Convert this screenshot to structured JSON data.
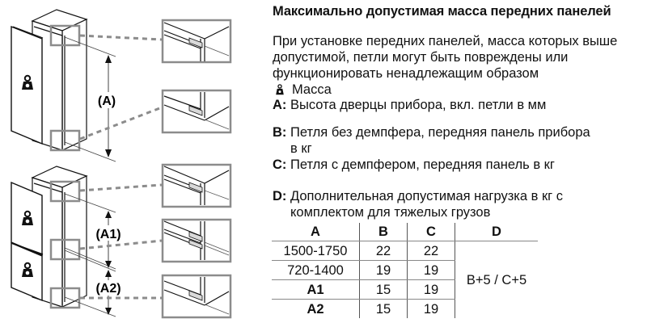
{
  "title": "Максимально допустимая масса передних панелей",
  "intro": "При установке передних панелей, масса которых выше допустимой, петли могут быть повреждены или функционировать ненадлежащим образом",
  "legend": {
    "weight_icon": "weight-icon",
    "weight_label": "Масса",
    "items": [
      {
        "key": "A:",
        "text": "Высота дверцы прибора, вкл. петли в мм"
      },
      {
        "key": "B:",
        "text": "Петля без демпфера, передняя панель прибора",
        "cont": "в кг"
      },
      {
        "key": "C:",
        "text": "Петля с демпфером, передняя панель в кг"
      },
      {
        "key": "D:",
        "text": "Дополнительная допустимая нагрузка в кг с",
        "cont": "комплектом для тяжелых грузов"
      }
    ]
  },
  "table": {
    "headers": [
      "A",
      "B",
      "C",
      "D"
    ],
    "rows": [
      {
        "a": "1500-1750",
        "b": "22",
        "c": "22"
      },
      {
        "a": "720-1400",
        "b": "19",
        "c": "19"
      },
      {
        "a": "A1",
        "b": "15",
        "c": "19"
      },
      {
        "a": "A2",
        "b": "15",
        "c": "19"
      }
    ],
    "d_value": "B+5 / C+5"
  },
  "diagram": {
    "label_a": "(A)",
    "label_a1": "(A1)",
    "label_a2": "(A2)",
    "colors": {
      "line": "#111111",
      "frame": "#8c8c8c",
      "hinge": "#d9d9d9",
      "dashed": "#8c8c8c"
    }
  }
}
